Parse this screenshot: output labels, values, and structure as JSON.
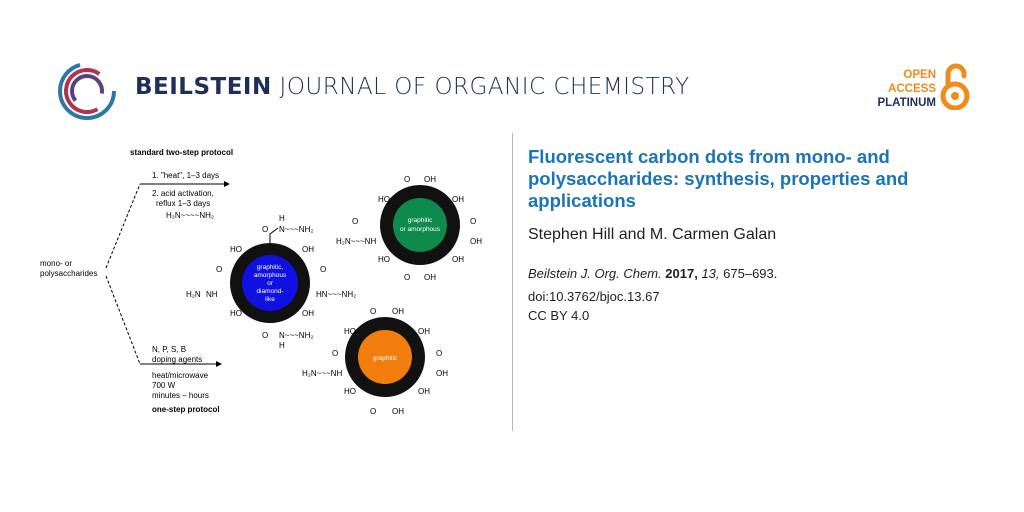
{
  "journal": {
    "name_bold": "BEILSTEIN",
    "name_rest": " JOURNAL OF ORGANIC CHEMISTRY",
    "open_access": [
      "OPEN",
      "ACCESS",
      "PLATINUM"
    ]
  },
  "article": {
    "title": "Fluorescent carbon dots from mono- and polysaccharides: synthesis, properties and applications",
    "authors": "Stephen Hill and M. Carmen Galan",
    "journal_abbrev": "Beilstein J. Org. Chem.",
    "year": "2017,",
    "volume": "13,",
    "pages": "675–693.",
    "doi": "doi:10.3762/bjoc.13.67",
    "license": "CC BY 4.0"
  },
  "scheme": {
    "top_protocol": "standard two-step protocol",
    "step1": "1. \"heat\", 1–3 days",
    "step2a": "2. acid activation,",
    "step2b": "reflux 1–3 days",
    "reagent_amine": "H₂N~~~~NH₂",
    "start_a": "mono- or",
    "start_b": "polysaccharides",
    "dope_a": "N, P, S, B",
    "dope_b": "doping agents",
    "cond_a": "heat/microwave",
    "cond_b": "700 W",
    "cond_c": "minutes – hours",
    "bottom_protocol": "one-step protocol",
    "dot_blue": [
      "graphitic,",
      "amorphous",
      "or",
      "diamond-",
      "like"
    ],
    "dot_green": [
      "graphitic",
      "or amorphous"
    ],
    "dot_orange": "graphitic",
    "colors": {
      "blue": "#1010e0",
      "green": "#0d8a4c",
      "orange": "#f07d0c"
    },
    "labels": {
      "ho": "HO",
      "oh": "OH",
      "o": "O",
      "h": "H",
      "nh2": "NH₂",
      "h2n": "H₂N",
      "nh": "NH",
      "hn": "HN",
      "h2n_nh": "H₂N~~~NH",
      "hn_nh2": "HN~~~NH₂",
      "n_nh2": "N~~~NH₂"
    }
  }
}
